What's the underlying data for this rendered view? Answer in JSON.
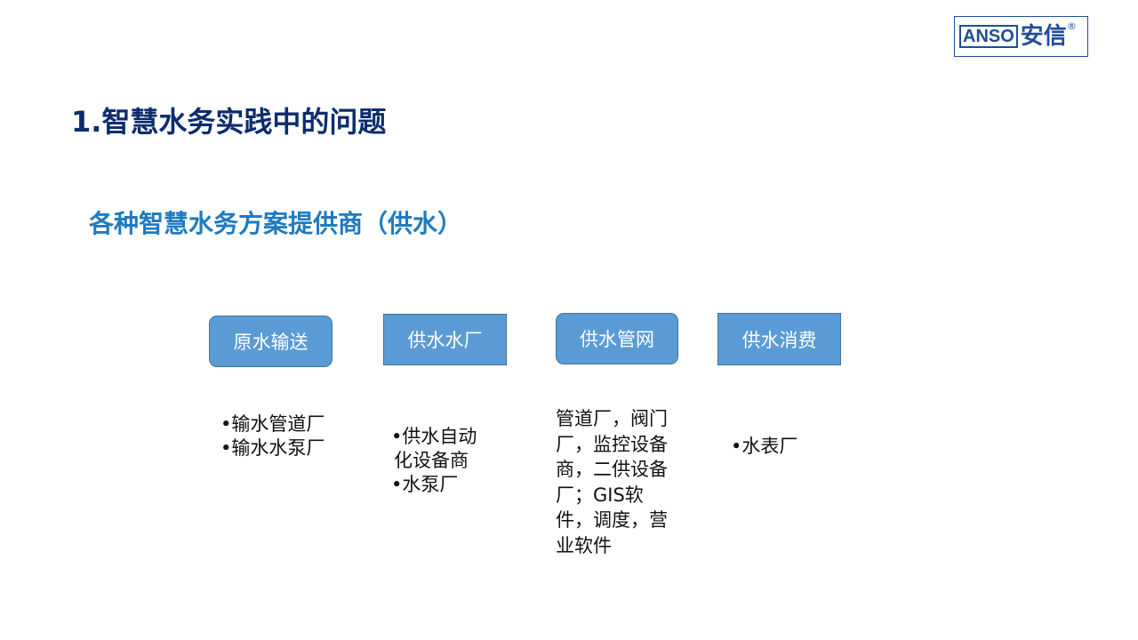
{
  "logo": {
    "en": "ANSO",
    "cn": "安信",
    "reg": "®"
  },
  "title": "1.智慧水务实践中的问题",
  "subtitle": "各种智慧水务方案提供商（供水）",
  "columns": [
    {
      "label": "原水输送",
      "items": [
        "•输水管道厂",
        "•输水水泵厂"
      ]
    },
    {
      "label": "供水水厂",
      "items": [
        "•供水自动",
        "化设备商",
        "•水泵厂"
      ]
    },
    {
      "label": "供水管网",
      "text": "管道厂，阀门厂，监控设备商，二供设备厂；GIS软件，调度，营业软件"
    },
    {
      "label": "供水消费",
      "items": [
        "•水表厂"
      ]
    }
  ]
}
